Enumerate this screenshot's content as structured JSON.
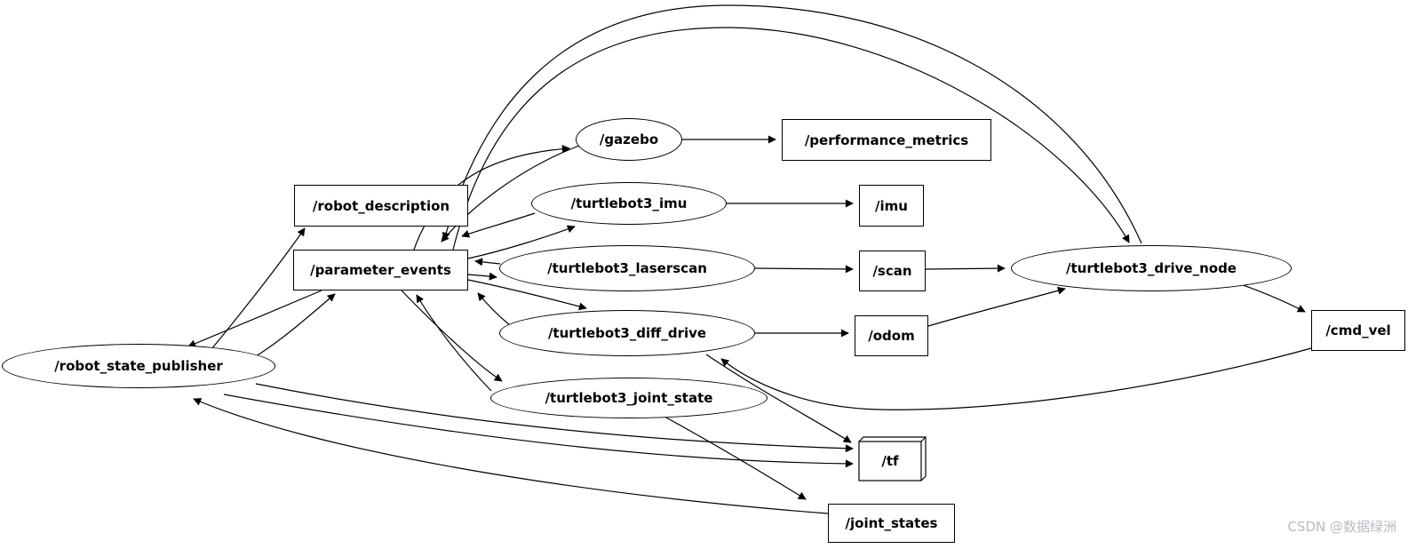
{
  "app": {
    "type": "ros2-node-graph"
  },
  "diagram": {
    "nodes": [
      {
        "id": "gazebo",
        "label": "/gazebo",
        "shape": "ellipse",
        "kind": "node"
      },
      {
        "id": "robot_description",
        "label": "/robot_description",
        "shape": "box",
        "kind": "topic"
      },
      {
        "id": "performance_metrics",
        "label": "/performance_metrics",
        "shape": "box",
        "kind": "topic"
      },
      {
        "id": "turtlebot3_imu",
        "label": "/turtlebot3_imu",
        "shape": "ellipse",
        "kind": "node"
      },
      {
        "id": "imu",
        "label": "/imu",
        "shape": "box",
        "kind": "topic"
      },
      {
        "id": "parameter_events",
        "label": "/parameter_events",
        "shape": "box",
        "kind": "topic"
      },
      {
        "id": "turtlebot3_laserscan",
        "label": "/turtlebot3_laserscan",
        "shape": "ellipse",
        "kind": "node"
      },
      {
        "id": "scan",
        "label": "/scan",
        "shape": "box",
        "kind": "topic"
      },
      {
        "id": "turtlebot3_drive_node",
        "label": "/turtlebot3_drive_node",
        "shape": "ellipse",
        "kind": "node"
      },
      {
        "id": "turtlebot3_diff_drive",
        "label": "/turtlebot3_diff_drive",
        "shape": "ellipse",
        "kind": "node"
      },
      {
        "id": "odom",
        "label": "/odom",
        "shape": "box",
        "kind": "topic"
      },
      {
        "id": "cmd_vel",
        "label": "/cmd_vel",
        "shape": "box",
        "kind": "topic"
      },
      {
        "id": "robot_state_publisher",
        "label": "/robot_state_publisher",
        "shape": "ellipse",
        "kind": "node"
      },
      {
        "id": "turtlebot3_joint_state",
        "label": "/turtlebot3_joint_state",
        "shape": "ellipse",
        "kind": "node"
      },
      {
        "id": "tf",
        "label": "/tf",
        "shape": "box3d",
        "kind": "topic"
      },
      {
        "id": "joint_states",
        "label": "/joint_states",
        "shape": "box",
        "kind": "topic"
      }
    ],
    "edges": [
      {
        "from": "robot_state_publisher",
        "to": "robot_description"
      },
      {
        "from": "robot_state_publisher",
        "to": "parameter_events"
      },
      {
        "from": "parameter_events",
        "to": "robot_state_publisher"
      },
      {
        "from": "robot_state_publisher",
        "to": "tf"
      },
      {
        "from": "turtlebot3_joint_state",
        "to": "tf"
      },
      {
        "from": "joint_states",
        "to": "robot_state_publisher"
      },
      {
        "from": "parameter_events",
        "to": "gazebo"
      },
      {
        "from": "gazebo",
        "to": "parameter_events"
      },
      {
        "from": "gazebo",
        "to": "performance_metrics"
      },
      {
        "from": "turtlebot3_imu",
        "to": "imu"
      },
      {
        "from": "turtlebot3_imu",
        "to": "parameter_events"
      },
      {
        "from": "parameter_events",
        "to": "turtlebot3_imu"
      },
      {
        "from": "turtlebot3_laserscan",
        "to": "scan"
      },
      {
        "from": "turtlebot3_laserscan",
        "to": "parameter_events"
      },
      {
        "from": "parameter_events",
        "to": "turtlebot3_laserscan"
      },
      {
        "from": "scan",
        "to": "turtlebot3_drive_node"
      },
      {
        "from": "turtlebot3_diff_drive",
        "to": "odom"
      },
      {
        "from": "turtlebot3_diff_drive",
        "to": "parameter_events"
      },
      {
        "from": "parameter_events",
        "to": "turtlebot3_diff_drive"
      },
      {
        "from": "turtlebot3_diff_drive",
        "to": "tf"
      },
      {
        "from": "odom",
        "to": "turtlebot3_drive_node"
      },
      {
        "from": "turtlebot3_drive_node",
        "to": "cmd_vel"
      },
      {
        "from": "cmd_vel",
        "to": "turtlebot3_diff_drive"
      },
      {
        "from": "turtlebot3_drive_node",
        "to": "parameter_events"
      },
      {
        "from": "parameter_events",
        "to": "turtlebot3_drive_node"
      },
      {
        "from": "turtlebot3_joint_state",
        "to": "joint_states"
      },
      {
        "from": "turtlebot3_joint_state",
        "to": "parameter_events"
      },
      {
        "from": "parameter_events",
        "to": "turtlebot3_joint_state"
      }
    ]
  },
  "watermark": {
    "text": "CSDN @数据绿洲",
    "color": "#b9bac2"
  },
  "colors": {
    "background": "#ffffff",
    "node_stroke": "#000000",
    "node_fill": "#ffffff",
    "text": "#000000"
  }
}
